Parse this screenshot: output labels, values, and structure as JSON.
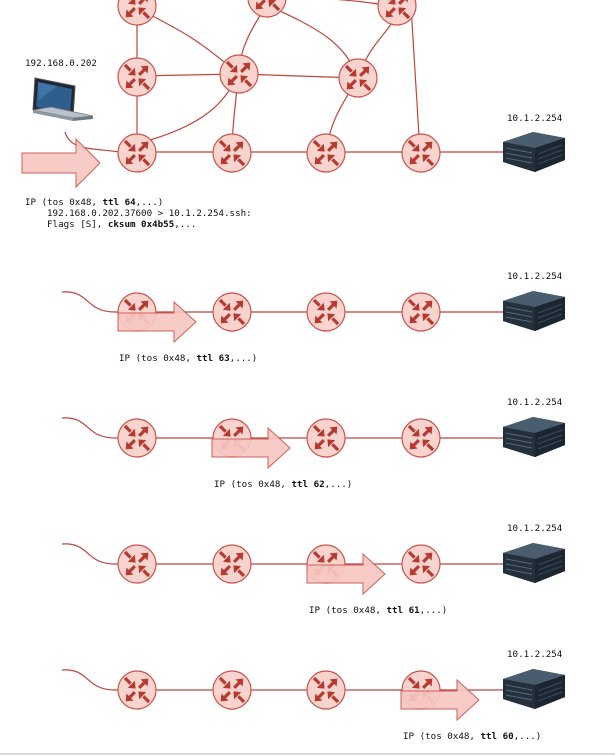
{
  "host": {
    "ip": "192.168.0.202"
  },
  "top": {
    "server_ip": "10.1.2.254",
    "line1": {
      "pre": "IP (tos 0x48, ",
      "ttl": "ttl 64",
      "post": ",...)"
    },
    "line2": "192.168.0.202.37600 > 10.1.2.254.ssh:",
    "line3": {
      "pre": "Flags [S], ",
      "cksum": "cksum 0x4b55",
      "post": ",..."
    }
  },
  "hops": [
    {
      "server_ip": "10.1.2.254",
      "pre": "IP (tos 0x48, ",
      "ttl": "ttl 63",
      "post": ",...)"
    },
    {
      "server_ip": "10.1.2.254",
      "pre": "IP (tos 0x48, ",
      "ttl": "ttl 62",
      "post": ",...)"
    },
    {
      "server_ip": "10.1.2.254",
      "pre": "IP (tos 0x48, ",
      "ttl": "ttl 61",
      "post": ",...)"
    },
    {
      "server_ip": "10.1.2.254",
      "pre": "IP (tos 0x48, ",
      "ttl": "ttl 60",
      "post": ",...)"
    }
  ],
  "icons": {
    "router": "router-icon",
    "server": "server-icon",
    "laptop": "laptop-icon",
    "packet": "packet-arrow-icon"
  },
  "colors": {
    "link": "#c0453d",
    "router_fill": "#f9d4cf",
    "router_arrows": "#b63a30",
    "packet_fill": "#f7c8c3",
    "server_body": "#1d2a36"
  }
}
